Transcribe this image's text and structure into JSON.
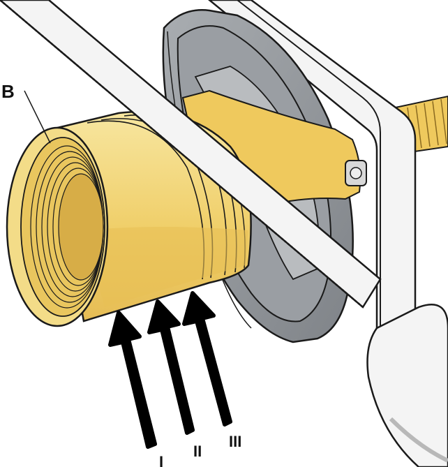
{
  "labels": {
    "part": "B",
    "cut_1": "I",
    "cut_2": "II",
    "cut_3": "III"
  },
  "colors": {
    "brass_light": "#f7e6a0",
    "brass_mid": "#f0cf6a",
    "brass_dark": "#c99a36",
    "steel_dark": "#8d9196",
    "steel_mid": "#b7babd",
    "steel_light": "#d6d8da",
    "frame": "#f4f4f4",
    "outline": "#1a1a1a",
    "arrow": "#000000"
  }
}
